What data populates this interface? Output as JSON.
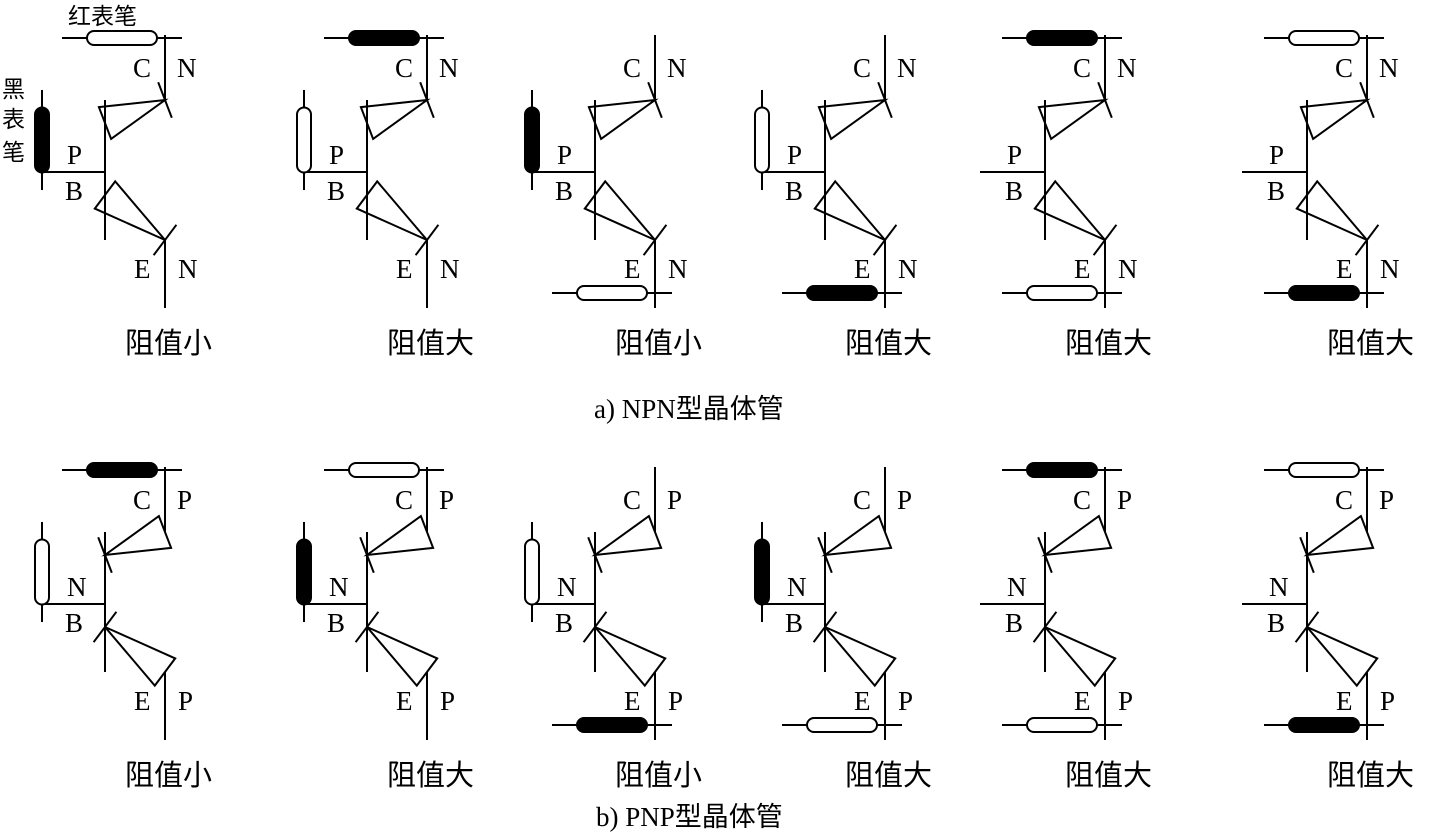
{
  "legend": {
    "red_probe": "红表笔",
    "black_probe_chars": [
      "黑",
      "表",
      "笔"
    ]
  },
  "colors": {
    "ink": "#000000",
    "paper": "#ffffff"
  },
  "rows": [
    {
      "id": "npn",
      "caption": "a) NPN型晶体管",
      "type": "NPN",
      "labels": {
        "B": "B",
        "C": "C",
        "E": "E",
        "base_region": "P",
        "collector_region": "N",
        "emitter_region": "N"
      },
      "cells": [
        {
          "red_on": "C",
          "black_on": "B",
          "result": "阻值小"
        },
        {
          "red_on": "B",
          "black_on": "C",
          "result": "阻值大"
        },
        {
          "red_on": "E",
          "black_on": "B",
          "result": "阻值小"
        },
        {
          "red_on": "B",
          "black_on": "E",
          "result": "阻值大"
        },
        {
          "red_on": "E",
          "black_on": "C",
          "result": "阻值大"
        },
        {
          "red_on": "C",
          "black_on": "E",
          "result": "阻值大"
        }
      ]
    },
    {
      "id": "pnp",
      "caption": "b) PNP型晶体管",
      "type": "PNP",
      "labels": {
        "B": "B",
        "C": "C",
        "E": "E",
        "base_region": "N",
        "collector_region": "P",
        "emitter_region": "P"
      },
      "cells": [
        {
          "red_on": "B",
          "black_on": "C",
          "result": "阻值小"
        },
        {
          "red_on": "C",
          "black_on": "B",
          "result": "阻值大"
        },
        {
          "red_on": "B",
          "black_on": "E",
          "result": "阻值小"
        },
        {
          "red_on": "E",
          "black_on": "B",
          "result": "阻值大"
        },
        {
          "red_on": "E",
          "black_on": "C",
          "result": "阻值大"
        },
        {
          "red_on": "C",
          "black_on": "E",
          "result": "阻值大"
        }
      ]
    }
  ]
}
